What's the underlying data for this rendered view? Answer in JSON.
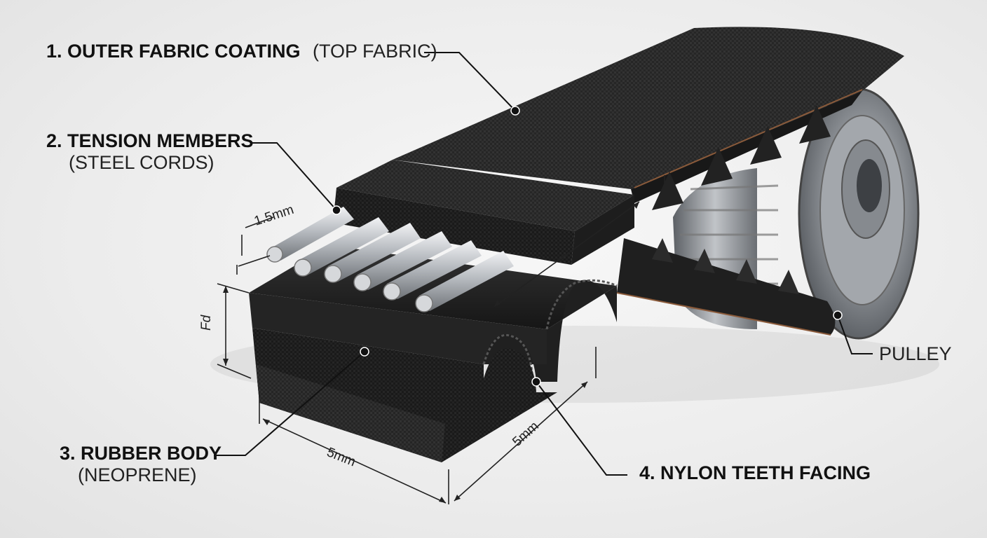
{
  "callouts": {
    "outer_fabric": {
      "title": "1. OUTER FABRIC COATING",
      "detail": "(TOP FABRIC)"
    },
    "tension_members": {
      "title": "2. TENSION MEMBERS",
      "detail": "(STEEL CORDS)"
    },
    "rubber_body": {
      "title": "3. RUBBER BODY",
      "detail": "(NEOPRENE)"
    },
    "nylon_teeth": {
      "title": "4. NYLON TEETH FACING"
    },
    "pulley": {
      "title": "PULLEY"
    }
  },
  "dimensions": {
    "cord_diameter": "1.5mm",
    "height": "Fd",
    "width": "5mm",
    "tooth_pitch": "5mm"
  },
  "colors": {
    "belt_dark": "#1c1c1c",
    "belt_fabric": "#2a2a2a",
    "steel": "#c9ccd0",
    "pulley_metal": "#9a9ea3",
    "accent_copper": "#8a5a3a"
  }
}
